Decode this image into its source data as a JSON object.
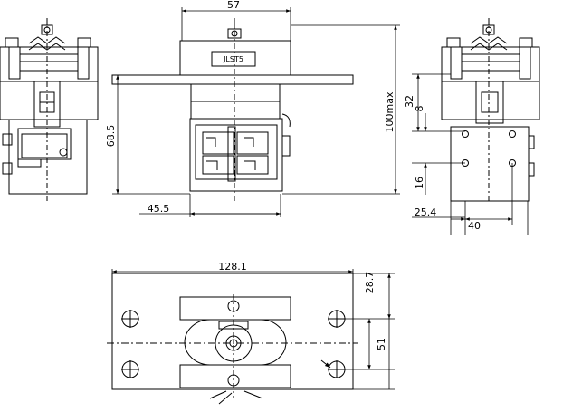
{
  "drawing": {
    "front_view": {
      "width_dim": "57",
      "height_dim": "100max",
      "body_height_dim": "68.5",
      "offset_dim": "45.5",
      "label_plate": "JLST5"
    },
    "side_view": {
      "dim_32": "32",
      "dim_8": "8",
      "dim_16": "16",
      "dim_25_4": "25.4",
      "dim_40": "40"
    },
    "bottom_view": {
      "length_dim": "128.1",
      "edge_dim": "28.7",
      "spacing_dim": "51"
    }
  }
}
